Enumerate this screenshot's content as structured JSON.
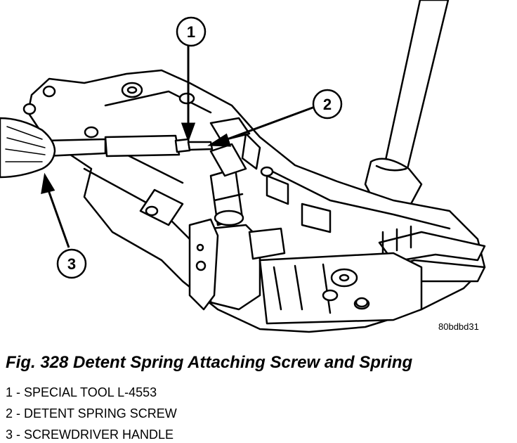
{
  "figure": {
    "id_code": "80bdbd31",
    "caption": "Fig. 328 Detent Spring Attaching Screw and Spring"
  },
  "callouts": [
    {
      "number": "1"
    },
    {
      "number": "2"
    },
    {
      "number": "3"
    }
  ],
  "legend": [
    {
      "label": "1 - SPECIAL TOOL L-4553"
    },
    {
      "label": "2 - DETENT SPRING SCREW"
    },
    {
      "label": "3 - SCREWDRIVER HANDLE"
    }
  ]
}
